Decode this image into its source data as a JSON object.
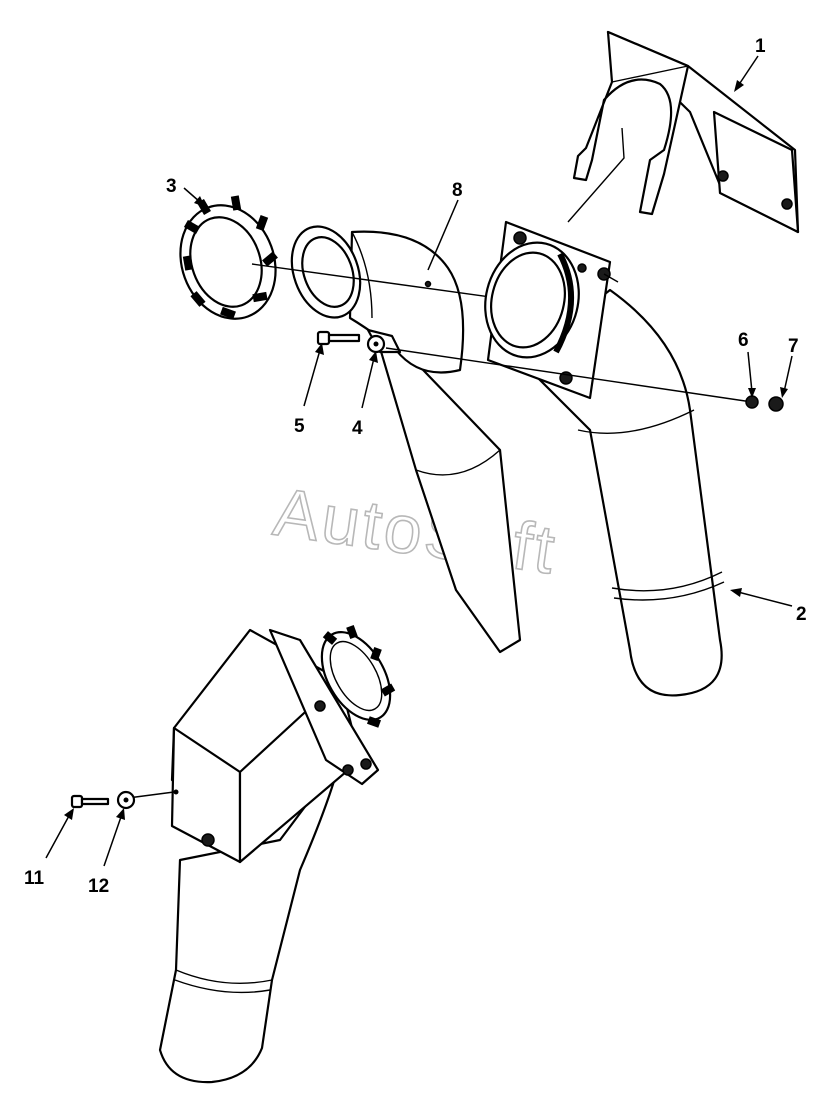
{
  "diagram": {
    "watermark": "AutoSoft",
    "callouts": [
      {
        "id": "c1",
        "text": "1"
      },
      {
        "id": "c2",
        "text": "2"
      },
      {
        "id": "c3",
        "text": "3"
      },
      {
        "id": "c4",
        "text": "4"
      },
      {
        "id": "c5",
        "text": "5"
      },
      {
        "id": "c6",
        "text": "6"
      },
      {
        "id": "c7",
        "text": "7"
      },
      {
        "id": "c8",
        "text": "8"
      },
      {
        "id": "c11",
        "text": "11"
      },
      {
        "id": "c12",
        "text": "12"
      }
    ]
  }
}
